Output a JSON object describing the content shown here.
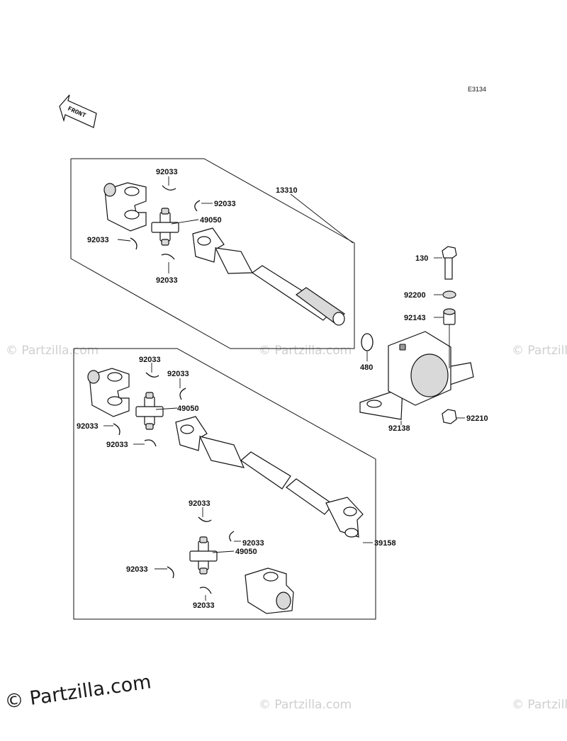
{
  "diagram_code": "E3134",
  "front_label": "FRONT",
  "watermark": {
    "brand_big": "© Partzilla.com",
    "brand_small": "© Partzilla.com"
  },
  "parts": {
    "upper_shaft": {
      "number": "13310"
    },
    "upper_joint": {
      "number": "49050"
    },
    "upper_clips": [
      "92033",
      "92033",
      "92033",
      "92033"
    ],
    "bolt": {
      "number": "130"
    },
    "washer": {
      "number": "92200"
    },
    "collar": {
      "number": "92143"
    },
    "bearing": {
      "number": "92138"
    },
    "nut": {
      "number": "92210"
    },
    "circlip": {
      "number": "480"
    },
    "lower_shaft": {
      "number": "39158"
    },
    "lower_joint_a": {
      "number": "49050"
    },
    "lower_joint_b": {
      "number": "49050"
    },
    "lower_clips": [
      "92033",
      "92033",
      "92033",
      "92033",
      "92033",
      "92033",
      "92033",
      "92033"
    ]
  }
}
